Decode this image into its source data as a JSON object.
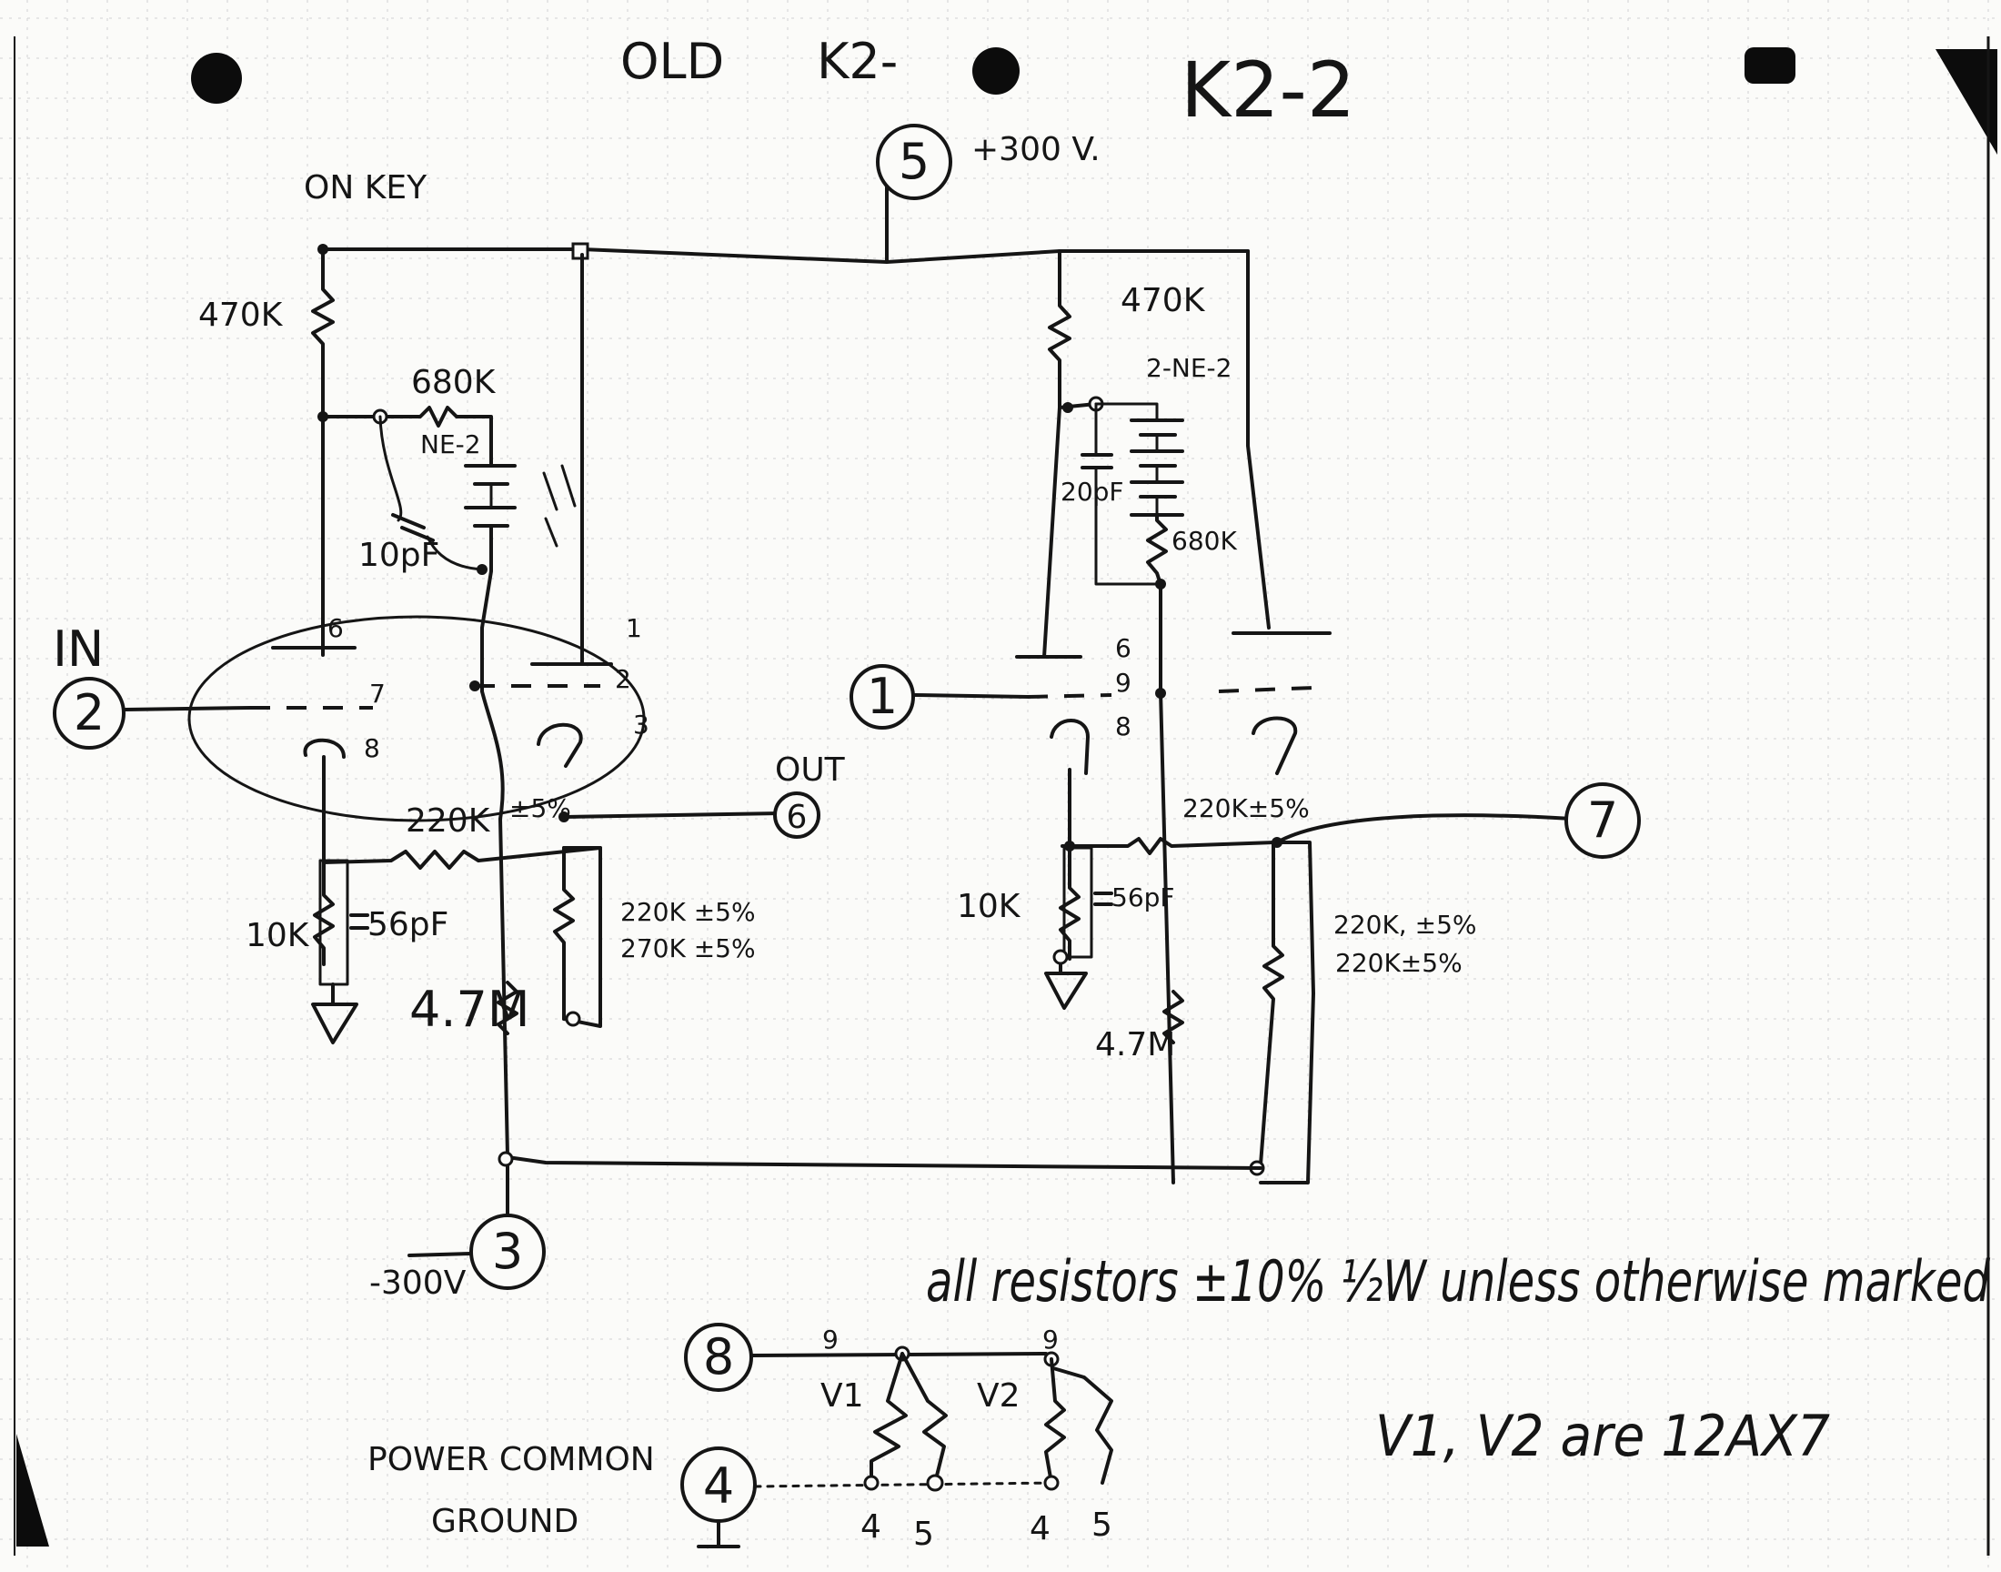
{
  "header": {
    "old_label": "OLD",
    "old_title": "K2-",
    "title": "K2-2"
  },
  "supply": {
    "node": "5",
    "voltage": "+300 V."
  },
  "neg_supply": {
    "node": "3",
    "voltage": "-300V"
  },
  "left_stage": {
    "on_key": "ON KEY",
    "plate_resistor": "470K",
    "series_resistor": "680K",
    "neon": "NE-2",
    "cap": "10pF",
    "in_label": "IN",
    "in_node": "2",
    "pins": {
      "p6": "6",
      "p1": "1",
      "p7": "7",
      "p2": "2",
      "p3": "3",
      "p8": "8"
    },
    "bias_resistor": "220K",
    "bias_tol": "±5%",
    "out_label": "OUT",
    "out_node": "6",
    "ground_resistor": "10K",
    "ground_cap": "56pF",
    "divider_a": "220K ±5%",
    "divider_b": "270K ±5%",
    "cathode_resistor": "4.7M"
  },
  "right_stage": {
    "plate_resistor": "470K",
    "neon": "2-NE-2",
    "cap": "20pF",
    "series_resistor": "680K",
    "in_node": "1",
    "pins": {
      "p6": "6",
      "p9": "9",
      "p8": "8"
    },
    "bias_resistor": "220K±5%",
    "out_node": "7",
    "ground_resistor": "10K",
    "ground_cap": "56pF",
    "divider_a": "220K, ±5%",
    "divider_b": "220K±5%",
    "cathode_resistor": "4.7M"
  },
  "heaters": {
    "node_8": "8",
    "node_4": "4",
    "v1": "V1",
    "v2": "V2",
    "pin9_a": "9",
    "pin9_b": "9",
    "pin4_a": "4",
    "pin5_a": "5",
    "pin4_b": "4",
    "pin5_b": "5",
    "power_common": "POWER COMMON",
    "ground": "GROUND"
  },
  "notes": {
    "tolerance": "all resistors ±10% ½W unless otherwise marked",
    "tubes": "V1, V2 are 12AX7"
  }
}
